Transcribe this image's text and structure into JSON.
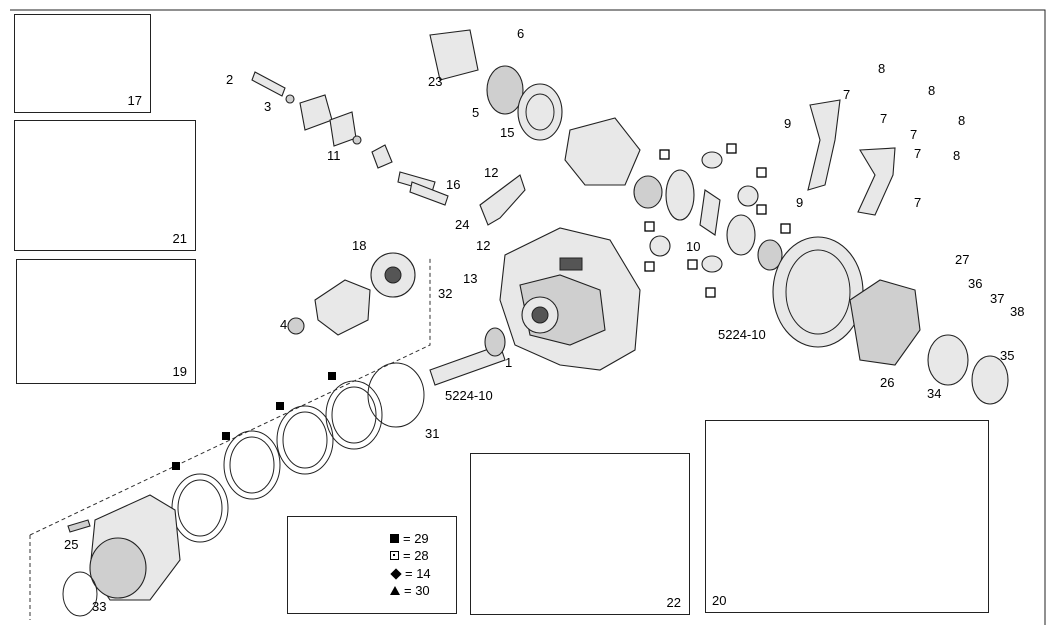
{
  "diagram": {
    "inset_boxes": [
      {
        "id": "17",
        "label": "17"
      },
      {
        "id": "21",
        "label": "21"
      },
      {
        "id": "19",
        "label": "19"
      },
      {
        "id": "22",
        "label": "22"
      },
      {
        "id": "20",
        "label": "20"
      }
    ],
    "callouts": [
      {
        "id": "c1",
        "text": "1"
      },
      {
        "id": "c2",
        "text": "2"
      },
      {
        "id": "c3",
        "text": "3"
      },
      {
        "id": "c4",
        "text": "4"
      },
      {
        "id": "c5",
        "text": "5"
      },
      {
        "id": "c6",
        "text": "6"
      },
      {
        "id": "c7a",
        "text": "7"
      },
      {
        "id": "c7b",
        "text": "7"
      },
      {
        "id": "c7c",
        "text": "7"
      },
      {
        "id": "c7d",
        "text": "7"
      },
      {
        "id": "c7e",
        "text": "7"
      },
      {
        "id": "c8a",
        "text": "8"
      },
      {
        "id": "c8b",
        "text": "8"
      },
      {
        "id": "c8c",
        "text": "8"
      },
      {
        "id": "c8d",
        "text": "8"
      },
      {
        "id": "c9a",
        "text": "9"
      },
      {
        "id": "c9b",
        "text": "9"
      },
      {
        "id": "c10",
        "text": "10"
      },
      {
        "id": "c11",
        "text": "11"
      },
      {
        "id": "c12a",
        "text": "12"
      },
      {
        "id": "c12b",
        "text": "12"
      },
      {
        "id": "c13",
        "text": "13"
      },
      {
        "id": "c15",
        "text": "15"
      },
      {
        "id": "c16",
        "text": "16"
      },
      {
        "id": "c18",
        "text": "18"
      },
      {
        "id": "c23",
        "text": "23"
      },
      {
        "id": "c24",
        "text": "24"
      },
      {
        "id": "c25",
        "text": "25"
      },
      {
        "id": "c26",
        "text": "26"
      },
      {
        "id": "c27",
        "text": "27"
      },
      {
        "id": "c31",
        "text": "31"
      },
      {
        "id": "c32",
        "text": "32"
      },
      {
        "id": "c33",
        "text": "33"
      },
      {
        "id": "c34",
        "text": "34"
      },
      {
        "id": "c35",
        "text": "35"
      },
      {
        "id": "c36",
        "text": "36"
      },
      {
        "id": "c37",
        "text": "37"
      },
      {
        "id": "c38",
        "text": "38"
      },
      {
        "id": "ratio1",
        "text": "5224-10"
      },
      {
        "id": "ratio2",
        "text": "5224-10"
      }
    ],
    "legend": [
      {
        "symbol": "filled-square",
        "text": "= 29"
      },
      {
        "symbol": "dotted-square",
        "text": "= 28"
      },
      {
        "symbol": "diamond",
        "text": "= 14"
      },
      {
        "symbol": "triangle",
        "text": "= 30"
      }
    ]
  }
}
